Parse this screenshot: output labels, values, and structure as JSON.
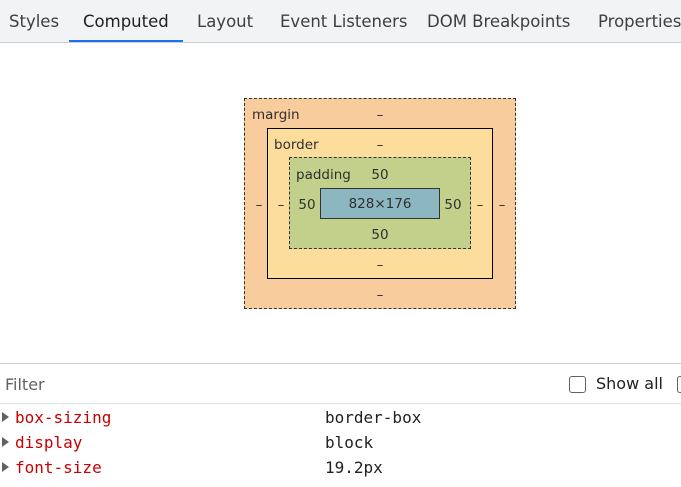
{
  "tabs": [
    {
      "label": "Styles",
      "active": false
    },
    {
      "label": "Computed",
      "active": true
    },
    {
      "label": "Layout",
      "active": false
    },
    {
      "label": "Event Listeners",
      "active": false
    },
    {
      "label": "DOM Breakpoints",
      "active": false
    },
    {
      "label": "Properties",
      "active": false
    }
  ],
  "box_model": {
    "margin": {
      "label": "margin",
      "top": "–",
      "right": "–",
      "bottom": "–",
      "left": "–"
    },
    "border": {
      "label": "border",
      "top": "–",
      "right": "–",
      "bottom": "–",
      "left": "–"
    },
    "padding": {
      "label": "padding",
      "top": "50",
      "right": "50",
      "bottom": "50",
      "left": "50"
    },
    "content": {
      "size": "828×176"
    }
  },
  "filter": {
    "placeholder": "Filter",
    "value": "",
    "show_all_label": "Show all",
    "show_all_checked": false
  },
  "properties": [
    {
      "name": "box-sizing",
      "value": "border-box"
    },
    {
      "name": "display",
      "value": "block"
    },
    {
      "name": "font-size",
      "value": "19.2px"
    }
  ],
  "colors": {
    "accent": "#1a73e8",
    "margin": "#f9cc9d",
    "border": "#fddd9b",
    "padding": "#c3d08b",
    "content": "#8cb6c0",
    "property_name": "#c80000"
  }
}
